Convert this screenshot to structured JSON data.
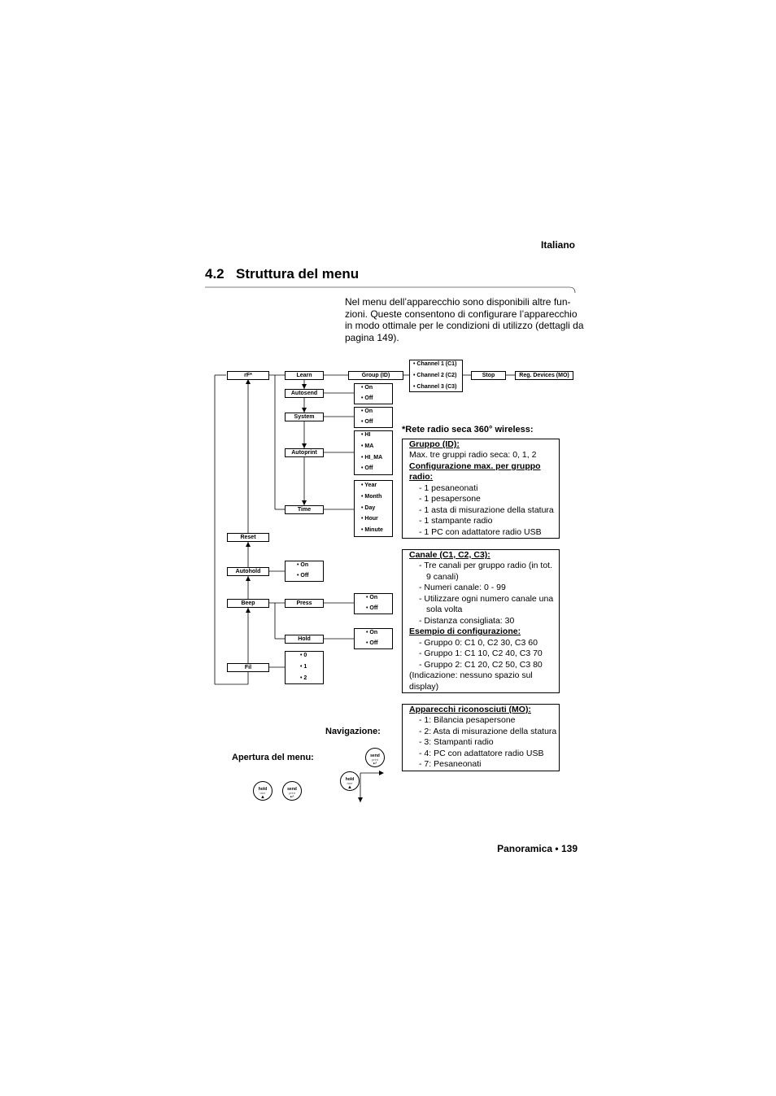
{
  "header": {
    "language": "Italiano"
  },
  "section": {
    "number": "4.2",
    "title": "Struttura del menu"
  },
  "intro": {
    "lines": [
      "Nel menu dell’apparecchio sono disponibili altre fun-",
      "zioni. Queste consentono di configurare l’apparecchio",
      "in modo ottimale per le condizioni di utilizzo (dettagli da",
      "pagina 149)."
    ]
  },
  "menu": {
    "rf": "rF*",
    "reset": "Reset",
    "autohold": "Autohold",
    "beep": "Beep",
    "fil": "Fil",
    "learn": "Learn",
    "group_id": "Group (ID)",
    "autosend": "Autosend",
    "system": "System",
    "autoprint": "Autoprint",
    "time": "Time",
    "press": "Press",
    "hold": "Hold",
    "stop": "Stop",
    "reg_devices": "Reg. Devices (MO)",
    "channels": [
      "• Channel 1 (C1)",
      "• Channel 2 (C2)",
      "• Channel 3 (C3)"
    ],
    "on_off": [
      "• On",
      "• Off"
    ],
    "autoprint_opts": [
      "• HI",
      "• MA",
      "• HI_MA",
      "• Off"
    ],
    "time_opts": [
      "• Year",
      "• Month",
      "• Day",
      "• Hour",
      "• Minute"
    ],
    "fil_opts": [
      "• 0",
      "• 1",
      "• 2"
    ]
  },
  "wireless": {
    "heading": "*Rete radio seca 360° wireless:",
    "gruppo": {
      "title": "Gruppo (ID):",
      "text": "Max. tre gruppi radio seca: 0, 1, 2",
      "config_title_1": "Configurazione max. per gruppo",
      "config_title_2": "radio:",
      "items": [
        "1 pesaneonati",
        "1 pesapersone",
        "1 asta di misurazione della statura",
        "1 stampante radio",
        "1 PC con adattatore radio USB"
      ]
    },
    "canale": {
      "title": "Canale (C1, C2, C3):",
      "items": [
        [
          "Tre canali per gruppo radio (in tot.",
          "9 canali)"
        ],
        [
          "Numeri canale: 0 - 99"
        ],
        [
          "Utilizzare ogni numero canale una",
          "sola volta"
        ],
        [
          "Distanza consigliata: 30"
        ]
      ],
      "example_title": "Esempio di configurazione:",
      "examples": [
        "Gruppo 0: C1 0, C2 30, C3 60",
        "Gruppo 1: C1 10, C2 40, C3 70",
        "Gruppo 2: C1 20, C2 50, C3 80"
      ],
      "note_1": "(Indicazione: nessuno spazio sul",
      "note_2": "display)"
    },
    "apparecchi": {
      "title": "Apparecchi riconosciuti (MO):",
      "items": [
        "1: Bilancia pesapersone",
        "2: Asta di misurazione della statura",
        "3: Stampanti radio",
        "4: PC con adattatore radio USB",
        "7: Pesaneonati"
      ]
    }
  },
  "navigation": {
    "nav_label": "Navigazione:",
    "open_label": "Apertura del menu:",
    "hold_key": "hold",
    "hold_sub": "tare",
    "hold_arrow": "▲",
    "send_key": "send",
    "send_sub": "print",
    "send_arrow": "↵"
  },
  "footer": {
    "text": "Panoramica • 139"
  }
}
